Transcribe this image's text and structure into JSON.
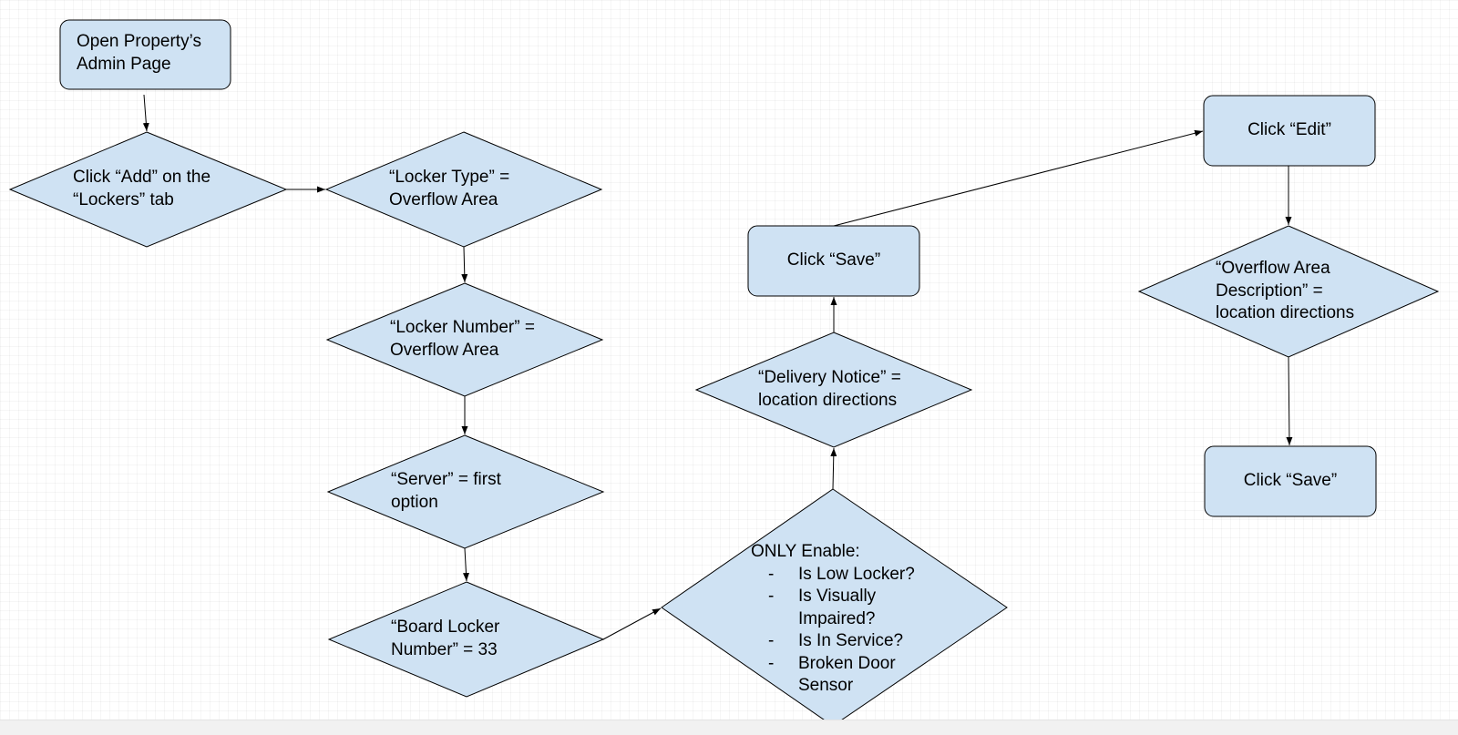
{
  "nodes": {
    "open_admin": {
      "lines": [
        "Open Property’s",
        "Admin Page"
      ]
    },
    "click_add": {
      "lines": [
        "Click “Add” on the",
        "“Lockers” tab"
      ]
    },
    "locker_type": {
      "lines": [
        "“Locker Type” =",
        "Overflow Area"
      ]
    },
    "locker_number": {
      "lines": [
        "“Locker Number” =",
        "Overflow Area"
      ]
    },
    "server": {
      "lines": [
        "“Server” = first",
        "option"
      ]
    },
    "board_locker": {
      "lines": [
        "“Board Locker",
        "Number” = 33"
      ]
    },
    "only_enable": {
      "heading": "ONLY Enable:",
      "items": [
        {
          "lines": [
            "Is Low Locker?"
          ]
        },
        {
          "lines": [
            "Is Visually",
            "Impaired?"
          ]
        },
        {
          "lines": [
            "Is In Service?"
          ]
        },
        {
          "lines": [
            "Broken Door",
            "Sensor"
          ]
        }
      ]
    },
    "delivery_notice": {
      "lines": [
        "“Delivery Notice” =",
        "location directions"
      ]
    },
    "click_save_1": {
      "lines": [
        "Click “Save”"
      ]
    },
    "click_edit": {
      "lines": [
        "Click “Edit”"
      ]
    },
    "overflow_desc": {
      "lines": [
        "“Overflow Area",
        "Description” =",
        "location directions"
      ]
    },
    "click_save_2": {
      "lines": [
        "Click “Save”"
      ]
    }
  },
  "colors": {
    "shape_fill": "#cfe2f3",
    "stroke": "#000000"
  }
}
